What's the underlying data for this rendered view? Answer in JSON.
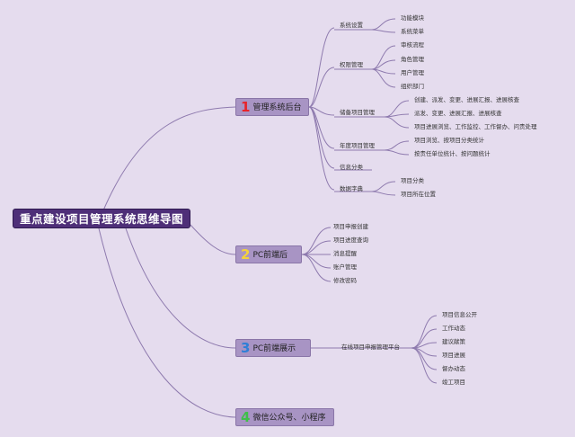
{
  "colors": {
    "background": "#e5dcee",
    "root_fill": "#4e2f78",
    "branch_fill": "#a894c4",
    "line": "#8e7aae",
    "num1": "#e8232a",
    "num2": "#f4d23b",
    "num3": "#2f7fd6",
    "num4": "#3fbf4a"
  },
  "root": {
    "label": "重点建设项目管理系统思维导图"
  },
  "branches": [
    {
      "num": "1",
      "label": "管理系统后台",
      "children": [
        {
          "label": "系统设置",
          "children": [
            "功能模块",
            "系统菜单"
          ]
        },
        {
          "label": "权限管理",
          "children": [
            "审核流程",
            "角色管理",
            "用户管理",
            "组织部门"
          ]
        },
        {
          "label": "储备项目管理",
          "children": [
            "创建、派发、变更、进展汇报、进展核查",
            "派发、变更、进展汇报、进展核查",
            "项目进展浏览、工作监控、工作督办、问责处理"
          ]
        },
        {
          "label": "年度项目管理",
          "children": [
            "项目浏览、按项目分类统计",
            "按责任单位统计、按问题统计"
          ]
        },
        {
          "label": "信息分类",
          "children": []
        },
        {
          "label": "数据字典",
          "children": [
            "项目分类",
            "项目所在位置"
          ]
        }
      ]
    },
    {
      "num": "2",
      "label": "PC前端后",
      "children": [
        {
          "label": "项目申报创建"
        },
        {
          "label": "项目进度查询"
        },
        {
          "label": "消息提醒"
        },
        {
          "label": "账户管理"
        },
        {
          "label": "修改密码"
        }
      ]
    },
    {
      "num": "3",
      "label": "PC前端展示",
      "children": [
        {
          "label": "在线项目申报管理平台",
          "children": [
            "项目信息公开",
            "工作动态",
            "建议献策",
            "项目进展",
            "督办动态",
            "竣工项目"
          ]
        }
      ]
    },
    {
      "num": "4",
      "label": "微信公众号、小程序",
      "children": []
    }
  ]
}
